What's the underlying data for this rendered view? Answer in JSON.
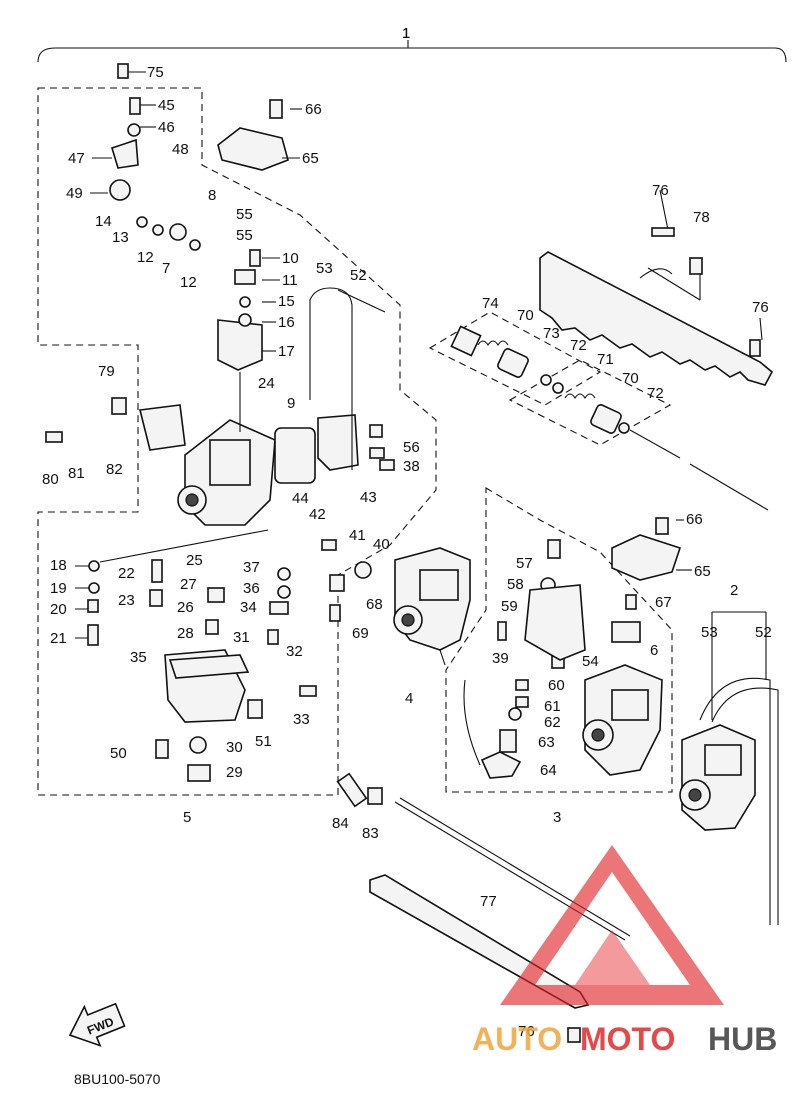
{
  "diagram": {
    "assembly_number": "1",
    "drawing_code": "8BU100-5070",
    "fwd_label": "FWD",
    "callouts": [
      "1",
      "2",
      "3",
      "4",
      "5",
      "6",
      "7",
      "8",
      "9",
      "10",
      "11",
      "12",
      "12",
      "13",
      "14",
      "15",
      "16",
      "17",
      "18",
      "19",
      "20",
      "21",
      "22",
      "23",
      "24",
      "25",
      "26",
      "27",
      "28",
      "29",
      "30",
      "31",
      "32",
      "33",
      "34",
      "35",
      "36",
      "37",
      "38",
      "39",
      "40",
      "41",
      "42",
      "43",
      "44",
      "45",
      "46",
      "47",
      "48",
      "49",
      "50",
      "51",
      "52",
      "52",
      "53",
      "53",
      "54",
      "55",
      "55",
      "56",
      "57",
      "58",
      "59",
      "60",
      "61",
      "62",
      "63",
      "64",
      "65",
      "65",
      "66",
      "66",
      "67",
      "68",
      "69",
      "70",
      "70",
      "71",
      "72",
      "72",
      "73",
      "74",
      "75",
      "76",
      "76",
      "76",
      "77",
      "78",
      "79",
      "80",
      "81",
      "82",
      "83",
      "84"
    ]
  },
  "watermark": {
    "brand_part1": "AUTO",
    "brand_part2": "MOTO",
    "brand_part3": "HUB",
    "color_orange": "#f0a63c",
    "color_red": "#e2272a",
    "color_dark": "#3a3a3a"
  }
}
